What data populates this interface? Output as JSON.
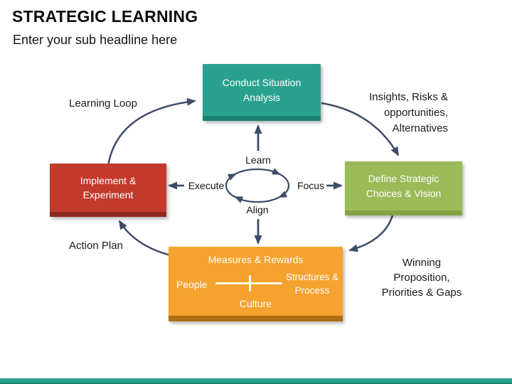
{
  "slide": {
    "title": "STRATEGIC LEARNING",
    "subtitle": "Enter your sub headline here"
  },
  "colors": {
    "teal": "#2AA18F",
    "teal-dark": "#1C8170",
    "green": "#9BBA58",
    "green-dark": "#84A443",
    "red": "#C13A2C",
    "red-dark": "#8F2A20",
    "orange": "#F5A22E",
    "orange-dark": "#B06D12",
    "slate": "#3D4D66",
    "bar": "#2AA18F"
  },
  "diagram": {
    "boxes": {
      "top": {
        "label": "Conduct Situation Analysis"
      },
      "right": {
        "label": "Define Strategic Choices & Vision"
      },
      "left": {
        "label": "Implement & Experiment"
      },
      "bottom": {
        "title": "Measures & Rewards",
        "left": "People",
        "right": "Structures & Process",
        "bottom": "Culture"
      }
    },
    "loop": {
      "top": "Learn",
      "right": "Focus",
      "bottom": "Align",
      "left": "Execute"
    },
    "outer_labels": {
      "top_left": "Learning Loop",
      "top_right_lines": [
        "Insights, Risks &",
        "opportunities,",
        "Alternatives"
      ],
      "bottom_left": "Action Plan",
      "bottom_right_lines": [
        "Winning",
        "Proposition,",
        "Priorities & Gaps"
      ]
    }
  }
}
